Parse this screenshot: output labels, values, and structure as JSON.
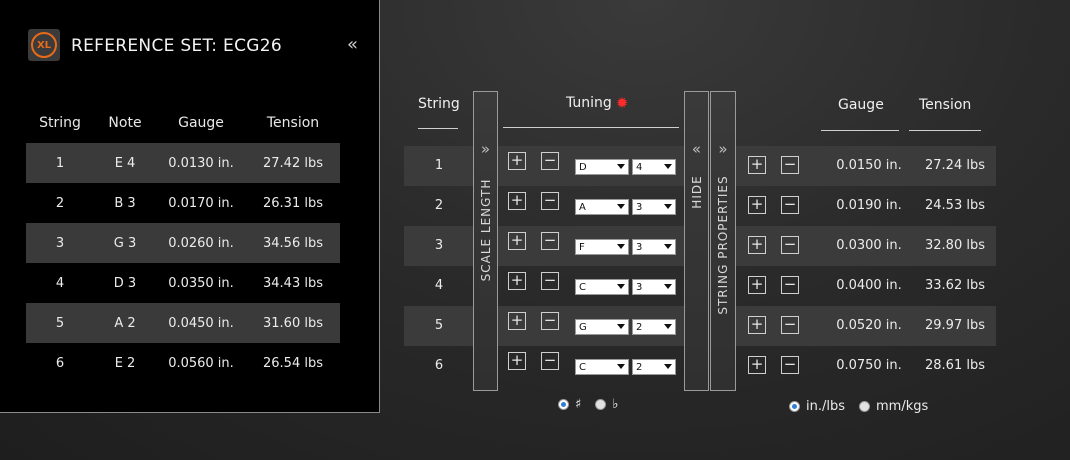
{
  "reference": {
    "title": "REFERENCE SET: ECG26",
    "logo_text": "XL",
    "collapse_icon": "«",
    "headers": [
      "String",
      "Note",
      "Gauge",
      "Tension"
    ],
    "rows": [
      {
        "string": "1",
        "note": "E 4",
        "gauge": "0.0130 in.",
        "tension": "27.42 lbs"
      },
      {
        "string": "2",
        "note": "B 3",
        "gauge": "0.0170 in.",
        "tension": "26.31 lbs"
      },
      {
        "string": "3",
        "note": "G 3",
        "gauge": "0.0260 in.",
        "tension": "34.56 lbs"
      },
      {
        "string": "4",
        "note": "D 3",
        "gauge": "0.0350 in.",
        "tension": "34.43 lbs"
      },
      {
        "string": "5",
        "note": "A 2",
        "gauge": "0.0450 in.",
        "tension": "31.60 lbs"
      },
      {
        "string": "6",
        "note": "E 2",
        "gauge": "0.0560 in.",
        "tension": "26.54 lbs"
      }
    ]
  },
  "main": {
    "header_string": "String",
    "header_tuning": "Tuning",
    "header_gauge": "Gauge",
    "header_tension": "Tension",
    "gear_icon": "✹",
    "plus": "+",
    "minus": "−",
    "rows": [
      {
        "string": "1",
        "note": "D",
        "octave": "4",
        "gauge": "0.0150 in.",
        "tension": "27.24 lbs"
      },
      {
        "string": "2",
        "note": "A",
        "octave": "3",
        "gauge": "0.0190 in.",
        "tension": "24.53 lbs"
      },
      {
        "string": "3",
        "note": "F",
        "octave": "3",
        "gauge": "0.0300 in.",
        "tension": "32.80 lbs"
      },
      {
        "string": "4",
        "note": "C",
        "octave": "3",
        "gauge": "0.0400 in.",
        "tension": "33.62 lbs"
      },
      {
        "string": "5",
        "note": "G",
        "octave": "2",
        "gauge": "0.0520 in.",
        "tension": "29.97 lbs"
      },
      {
        "string": "6",
        "note": "C",
        "octave": "2",
        "gauge": "0.0750 in.",
        "tension": "28.61 lbs"
      }
    ],
    "scale_length_label": "SCALE LENGTH",
    "scale_length_chevron": "»",
    "hide_label": "HIDE",
    "hide_chevron": "«",
    "string_props_label": "STRING PROPERTIES",
    "string_props_chevron": "»",
    "accidental_options": [
      "♯",
      "♭"
    ],
    "accidental_selected": "♯",
    "unit_options": [
      "in./lbs",
      "mm/kgs"
    ],
    "unit_selected": "in./lbs"
  }
}
